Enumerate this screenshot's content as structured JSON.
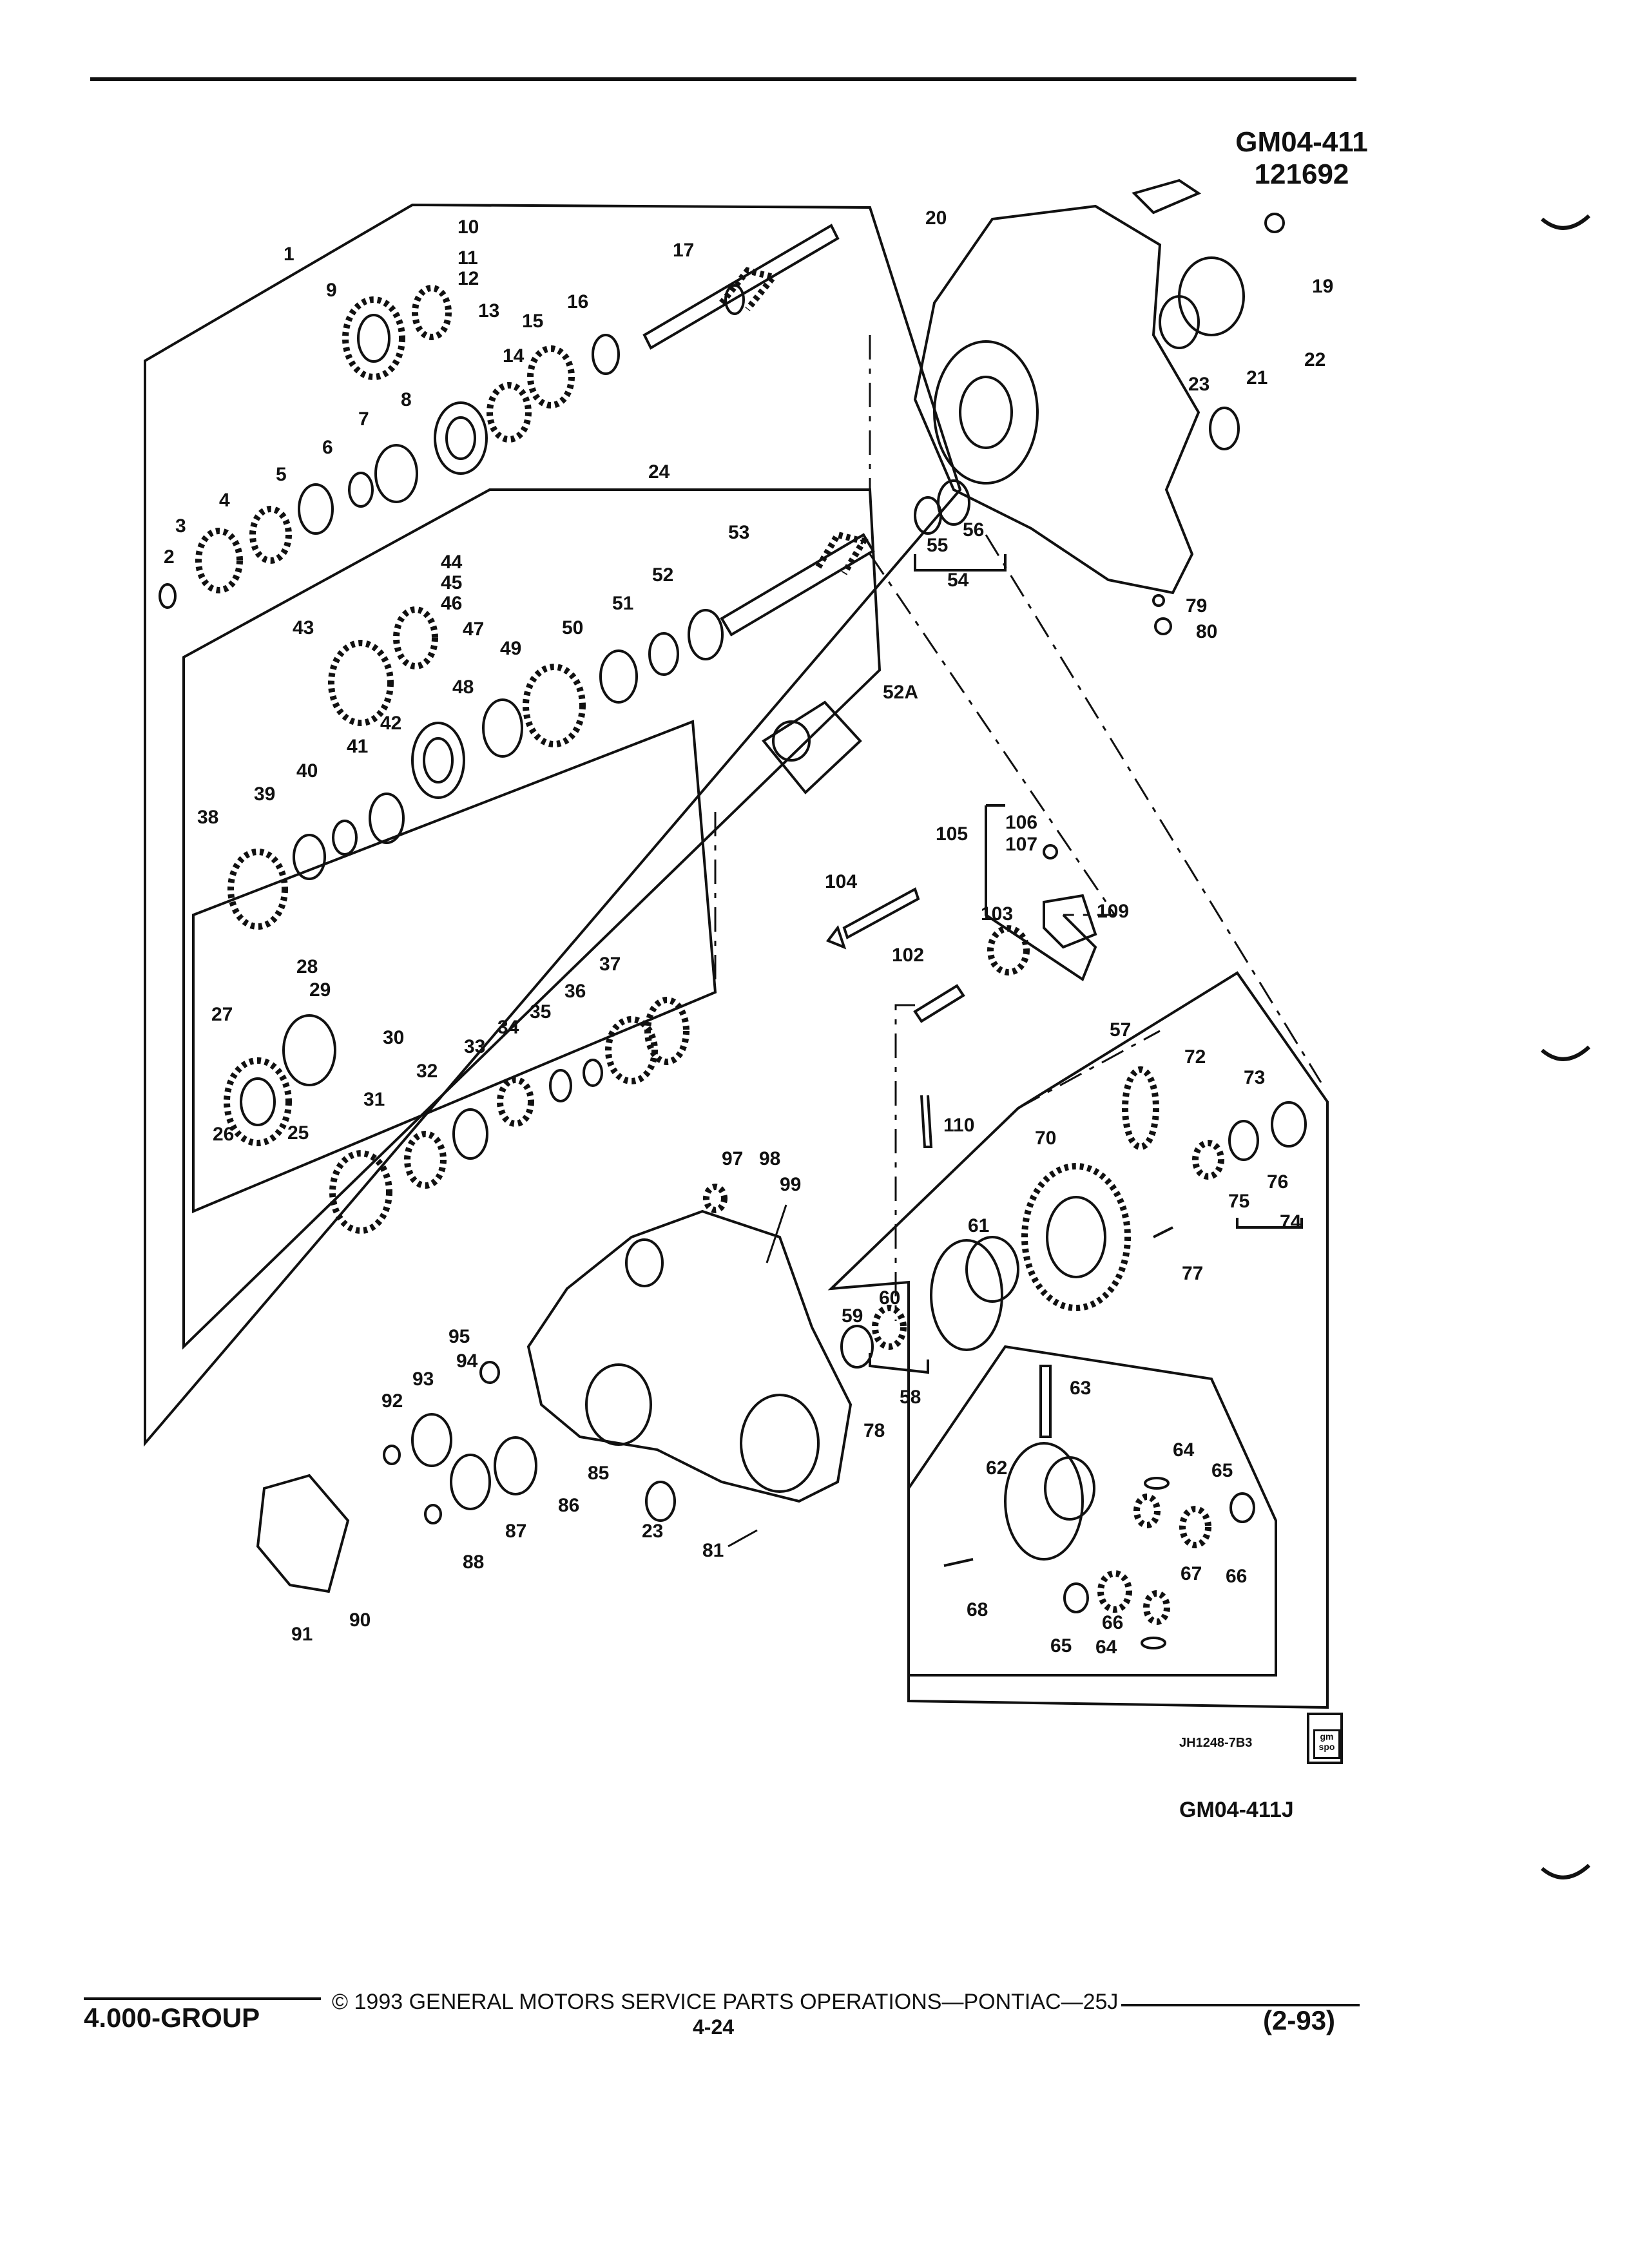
{
  "header": {
    "figure_code": "GM04-411",
    "figure_number": "121692"
  },
  "diagram": {
    "drawing_number": "JH1248-7B3",
    "alt_figure_code": "GM04-411J",
    "badge_text": "gm spo",
    "callouts": [
      "1",
      "2",
      "3",
      "4",
      "5",
      "6",
      "7",
      "8",
      "9",
      "10",
      "11",
      "12",
      "13",
      "14",
      "15",
      "16",
      "17",
      "19",
      "20",
      "21",
      "22",
      "23",
      "23",
      "24",
      "25",
      "26",
      "27",
      "28",
      "29",
      "30",
      "31",
      "32",
      "33",
      "34",
      "35",
      "36",
      "37",
      "38",
      "39",
      "40",
      "41",
      "42",
      "43",
      "44",
      "45",
      "46",
      "47",
      "48",
      "49",
      "50",
      "51",
      "52",
      "52A",
      "53",
      "54",
      "55",
      "56",
      "57",
      "58",
      "59",
      "60",
      "61",
      "62",
      "63",
      "64",
      "64",
      "65",
      "65",
      "66",
      "66",
      "67",
      "68",
      "70",
      "72",
      "73",
      "74",
      "75",
      "76",
      "77",
      "78",
      "79",
      "80",
      "81",
      "85",
      "86",
      "87",
      "88",
      "90",
      "91",
      "92",
      "93",
      "94",
      "95",
      "97",
      "98",
      "99",
      "102",
      "103",
      "104",
      "105",
      "106",
      "107",
      "109",
      "110"
    ]
  },
  "footer": {
    "group": "4.000-GROUP",
    "copyright": "© 1993 GENERAL MOTORS SERVICE PARTS OPERATIONS—PONTIAC—25J",
    "page": "4-24",
    "date": "(2-93)"
  }
}
